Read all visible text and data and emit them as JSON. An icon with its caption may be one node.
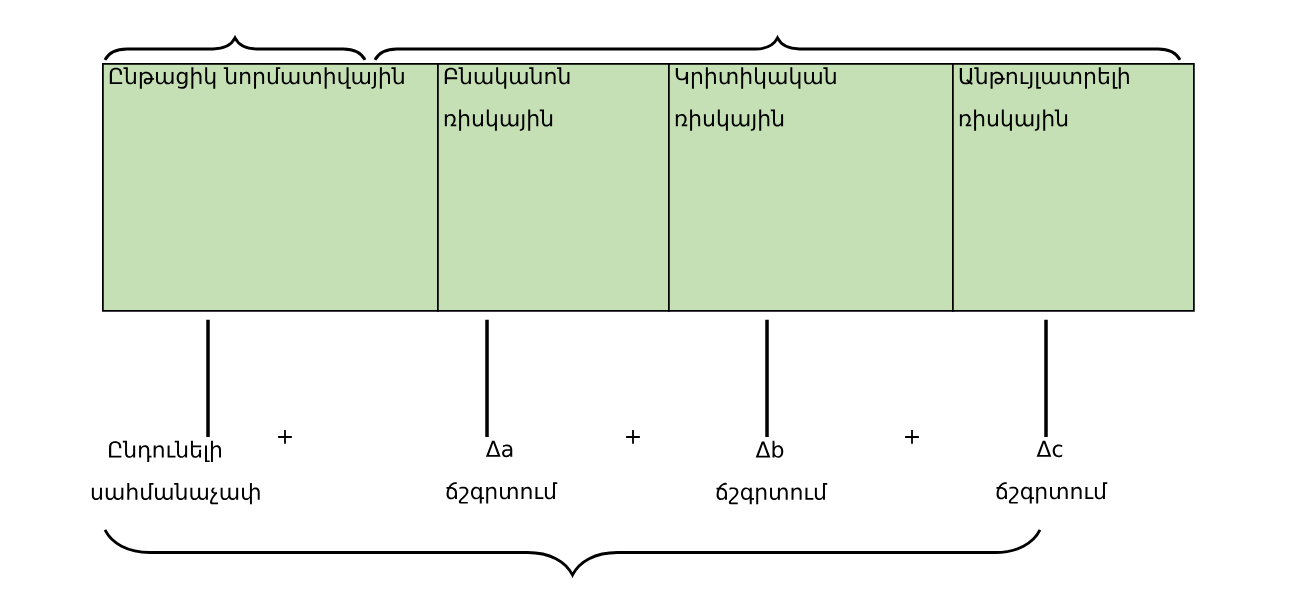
{
  "diagram": {
    "nodes": [
      {
        "text": [
          "Ընթացիկ նորմատիվային"
        ]
      },
      {
        "text": [
          "Բնականոն ռիսկային"
        ]
      },
      {
        "text": [
          "Կրիտիկական ռիսկային"
        ]
      },
      {
        "text": [
          "Անթույլատրելի ռիսկային"
        ]
      },
      {
        "text": [
          "Ընդունելի սահմանաչափ"
        ]
      },
      {
        "text": [
          "Δa ճշգրտում"
        ]
      },
      {
        "text": [
          "Δb ճշգրտում"
        ]
      },
      {
        "text": [
          "Δc ճշգրտում"
        ]
      }
    ],
    "edges": [
      {
        "from": 0,
        "to": 4,
        "arrow": "none"
      },
      {
        "from": 1,
        "to": 5,
        "arrow": "none"
      },
      {
        "from": 2,
        "to": 6,
        "arrow": "none"
      },
      {
        "from": 3,
        "to": 7,
        "arrow": "none"
      }
    ],
    "labels": [
      "+",
      "+",
      "+"
    ]
  }
}
